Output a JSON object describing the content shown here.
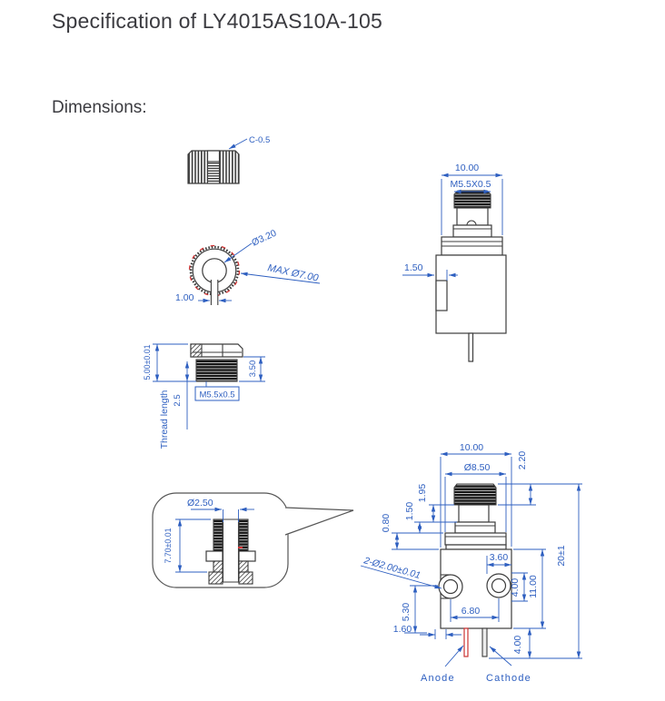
{
  "page": {
    "title": "Specification of LY4015AS10A-105",
    "section_heading": "Dimensions:"
  },
  "colors": {
    "dimension_blue": "#2e5fc0",
    "outline_dark": "#3d3d3d",
    "anode_red": "#d03434"
  },
  "cap_front": {
    "chamfer_label": "C-0.5"
  },
  "cap_top": {
    "inner_diameter": "Ø3.20",
    "max_diameter": "MAX Ø7.00",
    "slot_width": "1.00"
  },
  "bushing_section": {
    "overall_height": "5.00±0.01",
    "step_height": "3.50",
    "thread_spec": "M5.5x0.5",
    "thread_length_label": "Thread length",
    "thread_length_value": "2.5"
  },
  "side_view": {
    "body_width": "10.00",
    "thread_spec": "M5.5X0.5",
    "tab_width": "1.50"
  },
  "ferrule_callout": {
    "bore_diameter": "Ø2.50",
    "depth": "7.70±0.01"
  },
  "front_view": {
    "body_width": "10.00",
    "thread_major": "Ø8.50",
    "thread_height": "2.20",
    "neck_height": "1.95",
    "collar_height": "1.50",
    "flange_step": "0.80",
    "mount_holes": "2-Ø2.00±0.01",
    "hole_edge": "3.60",
    "hole_offset_v": "4.00",
    "body_height_mid": "11.00",
    "overall_height": "20±1",
    "hole_pitch": "6.80",
    "hole_offset_left": "5.30",
    "lead_offset": "1.60",
    "lead_length": "4.00",
    "anode_label": "Anode",
    "cathode_label": "Cathode"
  }
}
